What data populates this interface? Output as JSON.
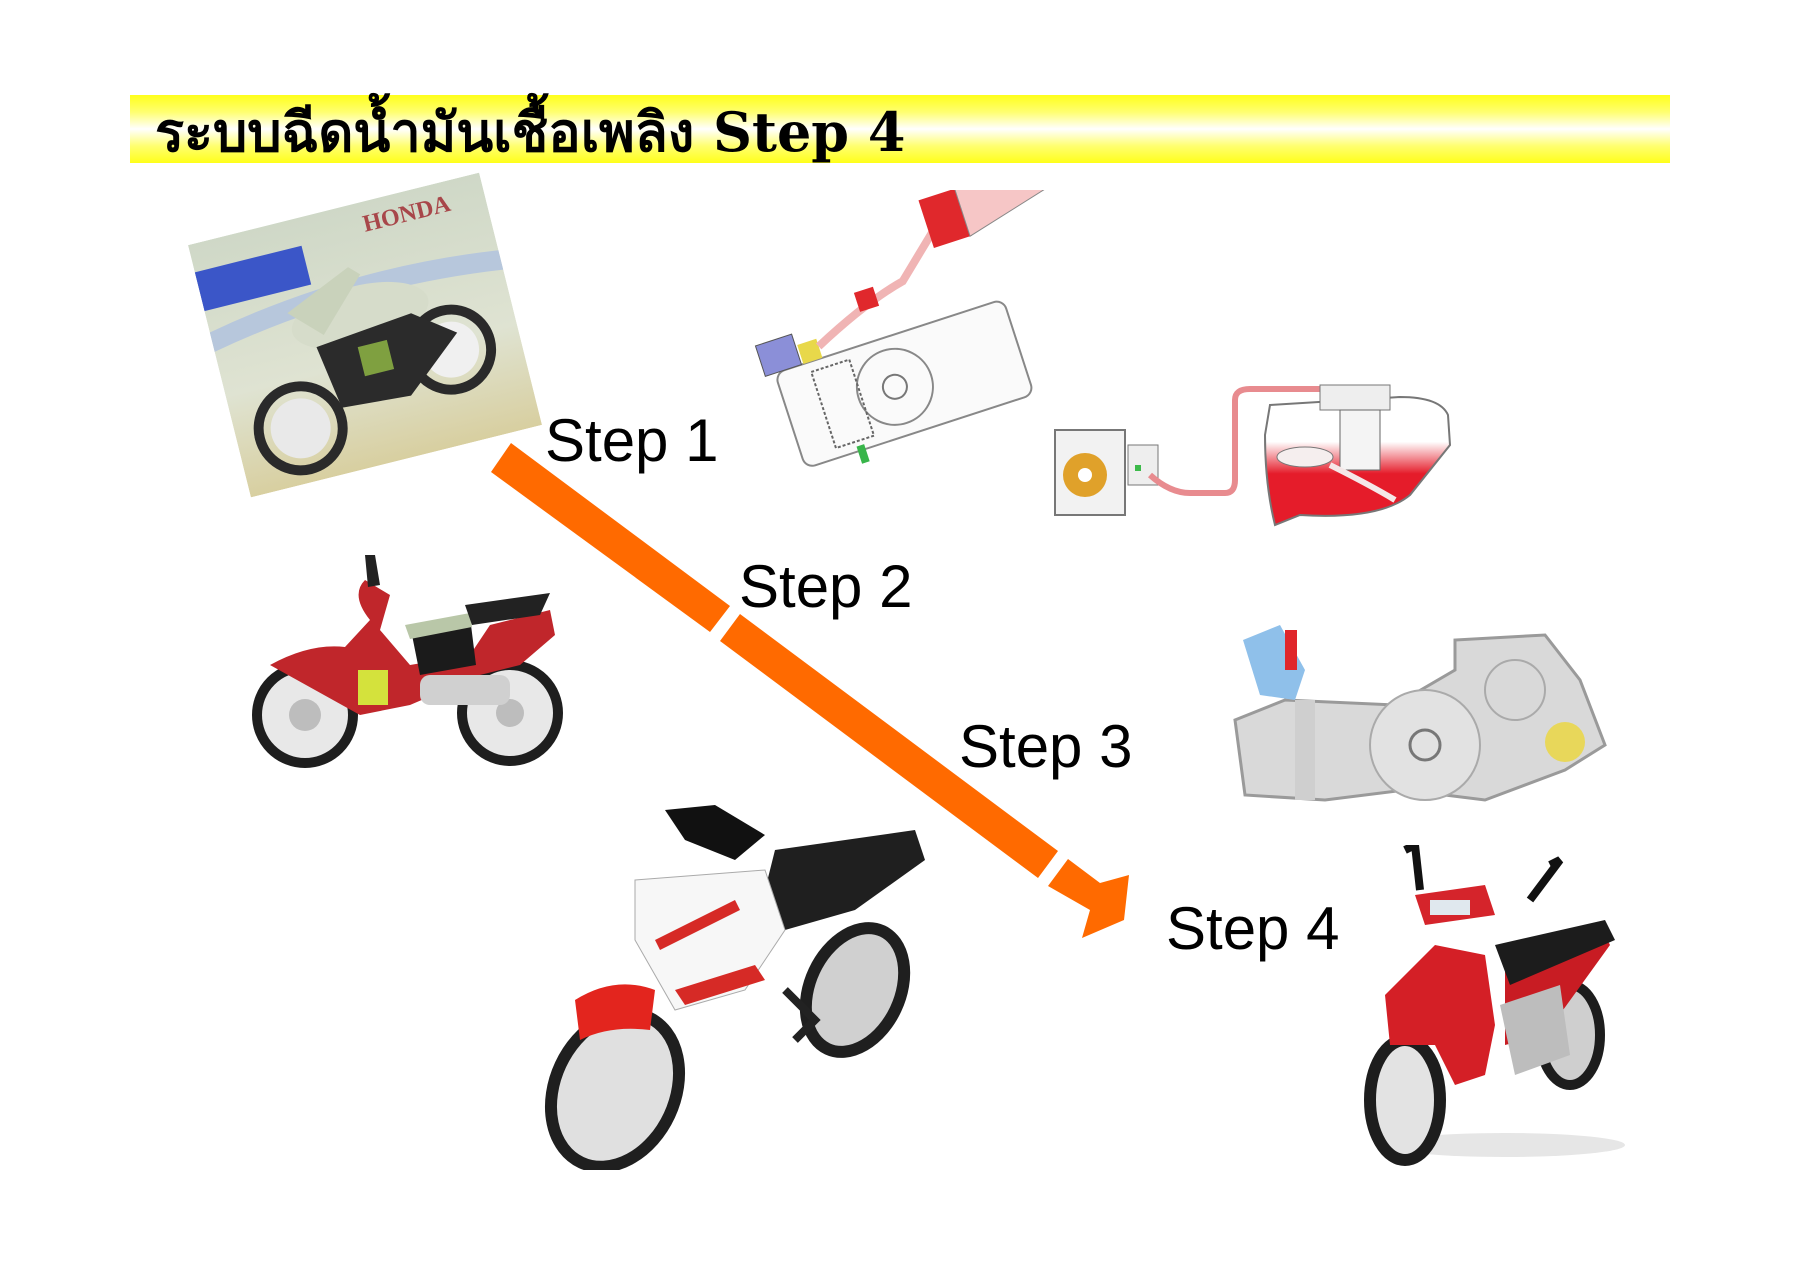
{
  "slide": {
    "title": "ระบบฉีดน้ำมันเชื้อเพลิง Step 4",
    "banner_colors": {
      "edge": "#ffff1a",
      "center": "#ffffff"
    }
  },
  "steps": [
    {
      "label": "Step 1"
    },
    {
      "label": "Step 2"
    },
    {
      "label": "Step 3"
    },
    {
      "label": "Step 4"
    }
  ],
  "arrow": {
    "color": "#ff6a00"
  },
  "images": [
    {
      "name": "honda-showroom-motorcycle-photo",
      "caption_text": "HONDA"
    },
    {
      "name": "engine-fuel-system-diagram"
    },
    {
      "name": "fuel-tank-pump-diagram"
    },
    {
      "name": "red-cutaway-motorcycle"
    },
    {
      "name": "white-red-sport-motorcycle"
    },
    {
      "name": "engine-cutaway-diagram"
    },
    {
      "name": "red-scooter-motorcycle"
    }
  ]
}
